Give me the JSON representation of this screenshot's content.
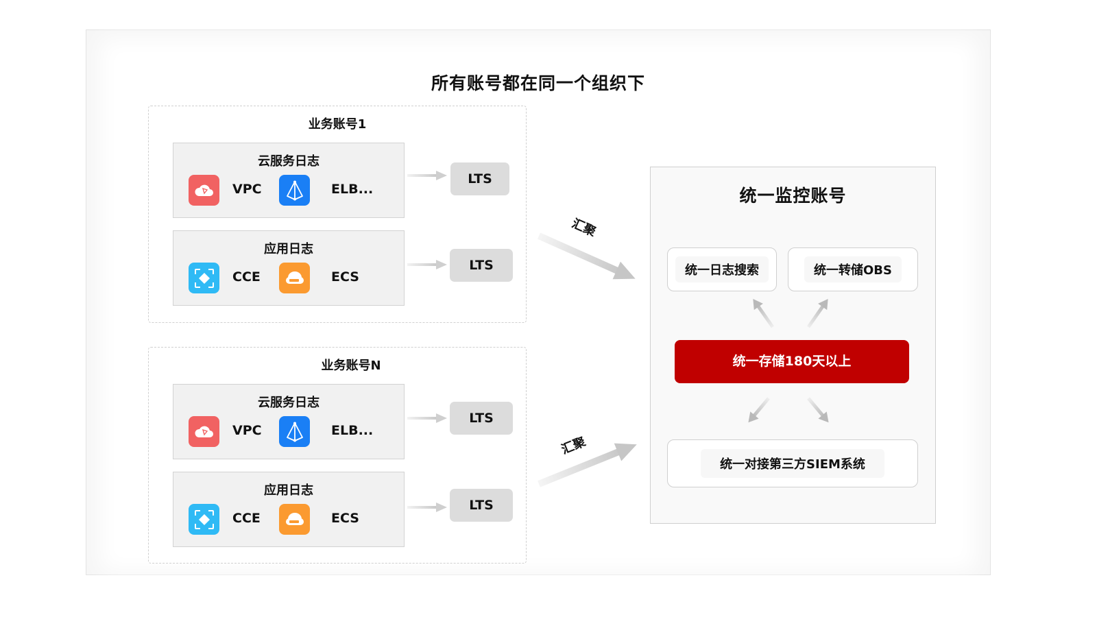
{
  "title": "所有账号都在同一个组织下",
  "accounts": [
    {
      "title": "业务账号1",
      "groups": [
        {
          "title": "云服务日志",
          "services": [
            {
              "name": "VPC",
              "icon": "vpc-cloud-icon",
              "color": "#f16262"
            },
            {
              "name": "ELB...",
              "icon": "elb-pyramid-icon",
              "color": "#1a7ff5"
            }
          ],
          "target": "LTS"
        },
        {
          "title": "应用日志",
          "services": [
            {
              "name": "CCE",
              "icon": "cce-container-icon",
              "color": "#2fbaf5"
            },
            {
              "name": "ECS",
              "icon": "ecs-server-icon",
              "color": "#fb9a30"
            }
          ],
          "target": "LTS"
        }
      ]
    },
    {
      "title": "业务账号N",
      "groups": [
        {
          "title": "云服务日志",
          "services": [
            {
              "name": "VPC",
              "icon": "vpc-cloud-icon",
              "color": "#f16262"
            },
            {
              "name": "ELB...",
              "icon": "elb-pyramid-icon",
              "color": "#1a7ff5"
            }
          ],
          "target": "LTS"
        },
        {
          "title": "应用日志",
          "services": [
            {
              "name": "CCE",
              "icon": "cce-container-icon",
              "color": "#2fbaf5"
            },
            {
              "name": "ECS",
              "icon": "ecs-server-icon",
              "color": "#fb9a30"
            }
          ],
          "target": "LTS"
        }
      ]
    }
  ],
  "aggregate_labels": [
    "汇聚",
    "汇聚"
  ],
  "monitor": {
    "title": "统一监控账号",
    "features": {
      "search": "统一日志搜索",
      "obs": "统一转储OBS",
      "storage": "统一存储180天以上",
      "siem": "统一对接第三方SIEM系统"
    },
    "storage_color": "#c00000"
  }
}
